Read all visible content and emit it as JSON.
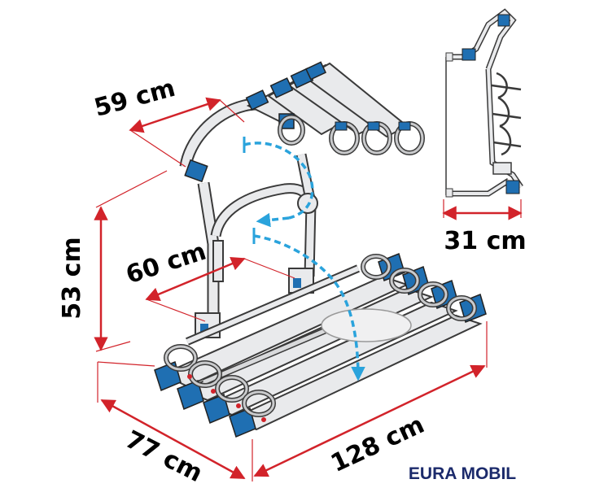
{
  "diagram": {
    "dimensions": {
      "width_top": "59 cm",
      "height": "53 cm",
      "width_middle": "60 cm",
      "depth": "77 cm",
      "length": "128 cm",
      "side_depth": "31 cm"
    },
    "brand_label": "EURA MOBIL"
  },
  "colors": {
    "dimension_line": "#d2232a",
    "accent_blue": "#1f6fb2",
    "fold_arrow": "#2aa3dc",
    "frame_fill": "#e9eaec",
    "frame_stroke": "#3a3a3a",
    "brand_text": "#1b2a6b"
  }
}
